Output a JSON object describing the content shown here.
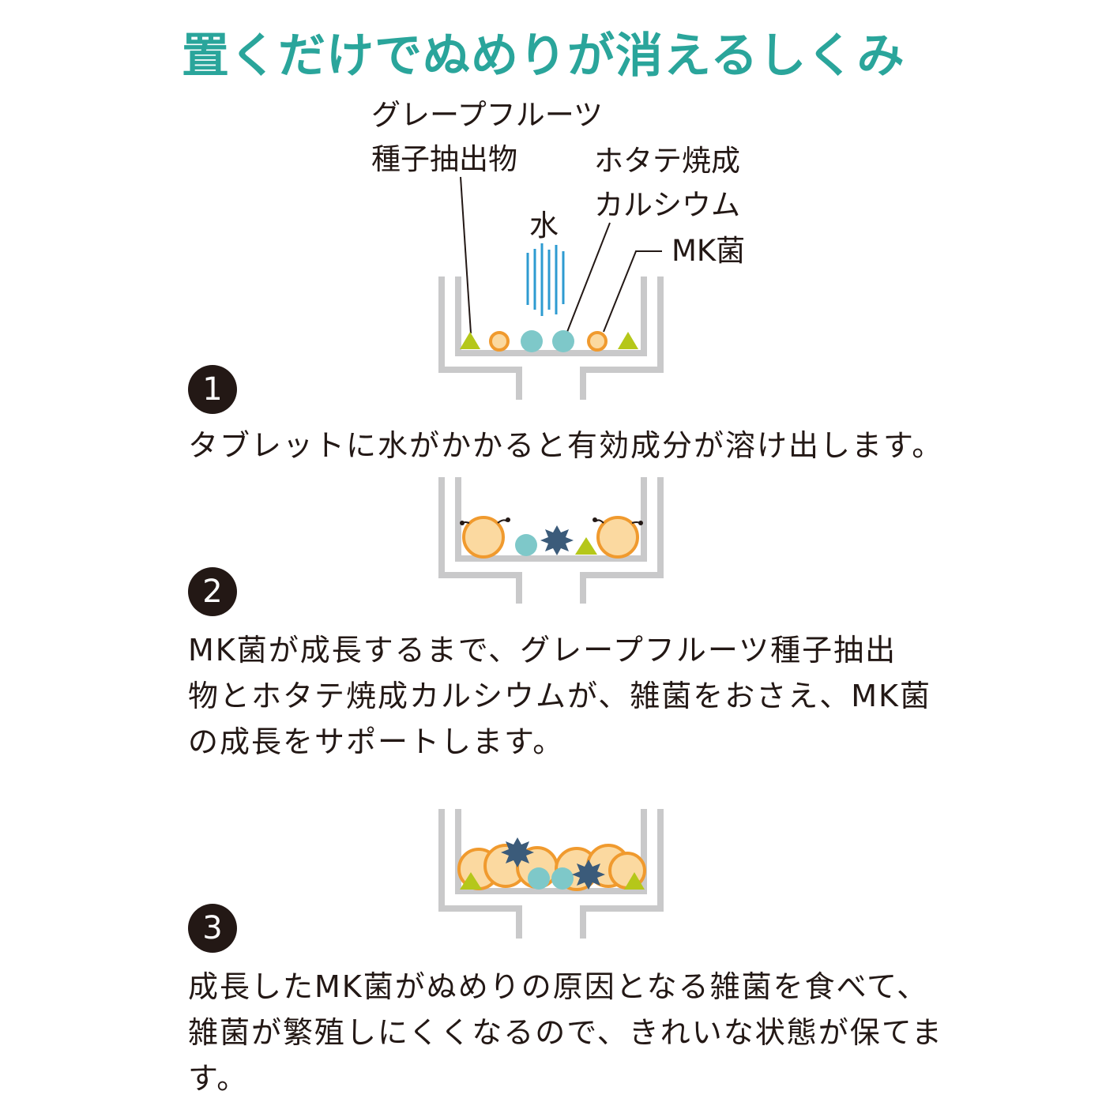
{
  "title": "置くだけでぬめりが消えるしくみ",
  "labels": {
    "grapefruit_line1": "グレープフルーツ",
    "grapefruit_line2": "種子抽出物",
    "scallop_line1": "ホタテ焼成",
    "scallop_line2": "カルシウム",
    "water": "水",
    "mk": "MK菌"
  },
  "steps": [
    {
      "number": "1",
      "lines": [
        "タブレットに水がかかると有効成分が溶け出します。"
      ]
    },
    {
      "number": "2",
      "lines": [
        "MK菌が成長するまで、グレープフルーツ種子抽出",
        "物とホタテ焼成カルシウムが、雑菌をおさえ、MK菌",
        "の成長をサポートします。"
      ]
    },
    {
      "number": "3",
      "lines": [
        "成長したMK菌がぬめりの原因となる雑菌を食べて、",
        "雑菌が繁殖しにくくなるので、きれいな状態が保てま",
        "す。"
      ]
    }
  ],
  "colors": {
    "title": "#2aa59b",
    "grapefruit_extract": "#b5c71a",
    "scallop_calcium": "#7ec8c9",
    "mk_bacteria": "#f09a2e",
    "mk_fill": "#fbd9a0",
    "germ": "#3b5b7a",
    "water": "#2e9bd1",
    "container": "#c9c9ca"
  }
}
